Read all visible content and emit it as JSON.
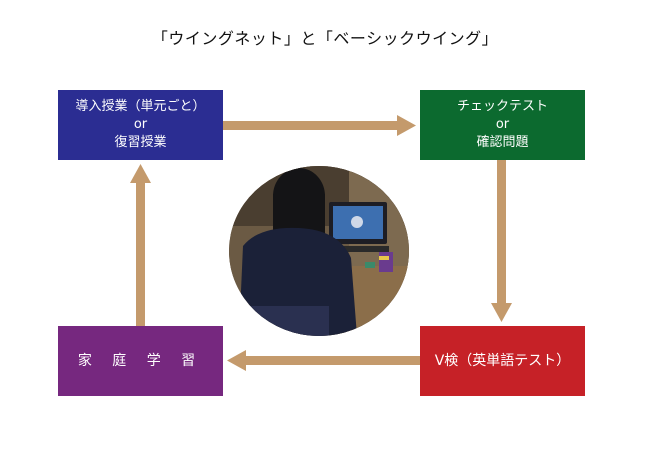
{
  "title": "「ウイングネット」と「ベーシックウイング」",
  "nodes": {
    "introduction": {
      "line1": "導入授業（単元ごと）",
      "line2": "or",
      "line3": "復習授業",
      "color": "#2b2d92"
    },
    "check_test": {
      "line1": "チェックテスト",
      "line2": "or",
      "line3": "確認問題",
      "color": "#0c6a2f"
    },
    "v_test": {
      "label": "V検（英単語テスト）",
      "color": "#c62127"
    },
    "home_study": {
      "label": "家 庭 学 習",
      "color": "#76287f"
    }
  },
  "arrow_color": "#c49a6c",
  "photo": {
    "description_icon": "student-at-computer-photo"
  }
}
